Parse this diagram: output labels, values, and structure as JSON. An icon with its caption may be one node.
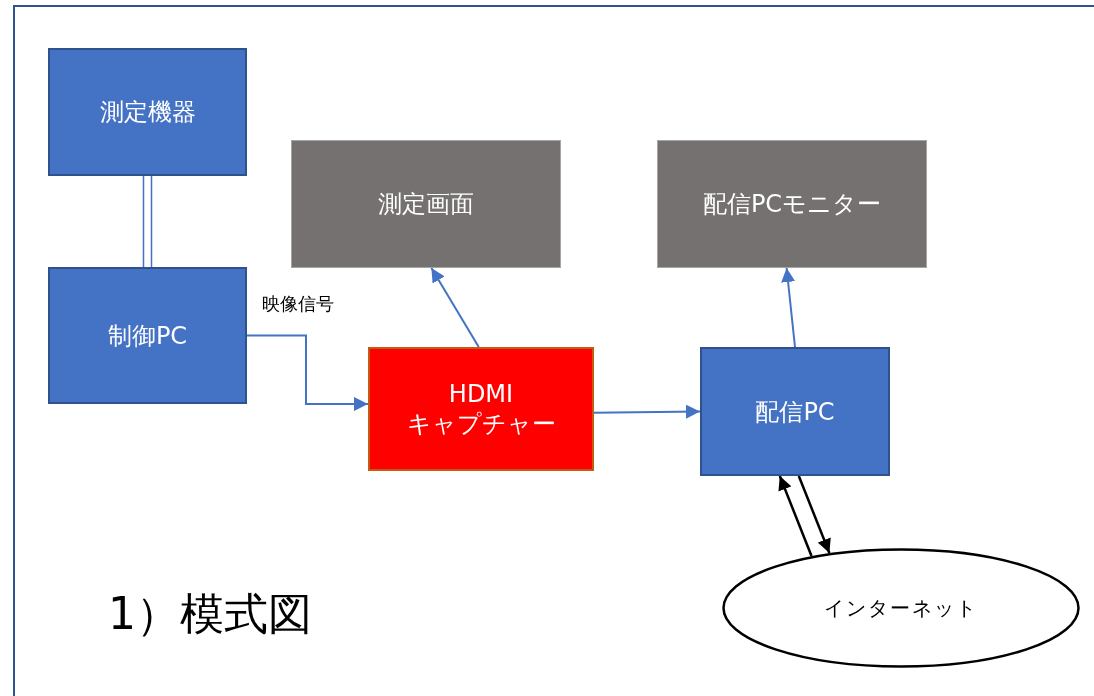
{
  "diagram": {
    "nodes": [
      {
        "text": [
          "測定機器"
        ]
      },
      {
        "text": [
          "測定画面"
        ]
      },
      {
        "text": [
          "配信PCモニター"
        ]
      },
      {
        "text": [
          "制御PC"
        ]
      },
      {
        "text": [
          "HDMI キャプチャー"
        ]
      },
      {
        "text": [
          "配信PC"
        ]
      },
      {
        "text": [
          "インターネット"
        ]
      }
    ],
    "edges": [
      {
        "from": 0,
        "to": 3,
        "arrow": "none"
      },
      {
        "from": 3,
        "to": 4,
        "arrow": "to",
        "label": "映像信号"
      },
      {
        "from": 4,
        "to": 1,
        "arrow": "to"
      },
      {
        "from": 4,
        "to": 5,
        "arrow": "to"
      },
      {
        "from": 5,
        "to": 2,
        "arrow": "to"
      },
      {
        "from": 6,
        "to": 5,
        "arrow": "to",
        "color": "#000000"
      },
      {
        "from": 5,
        "to": 6,
        "arrow": "to",
        "color": "#000000"
      }
    ],
    "labels": [
      "1）模式図"
    ]
  }
}
